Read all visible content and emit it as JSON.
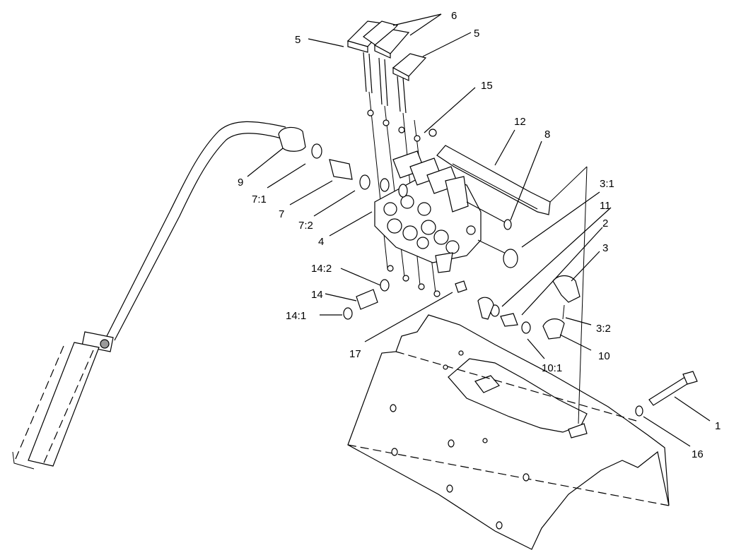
{
  "callouts": {
    "c5a": "5",
    "c6": "6",
    "c5b": "5",
    "c15": "15",
    "c12": "12",
    "c8": "8",
    "c9": "9",
    "c7_1": "7:1",
    "c7": "7",
    "c7_2": "7:2",
    "c4": "4",
    "c3_1": "3:1",
    "c11": "11",
    "c2": "2",
    "c3": "3",
    "c14_2": "14:2",
    "c14": "14",
    "c14_1": "14:1",
    "c17": "17",
    "c3_2": "3:2",
    "c10": "10",
    "c10_1": "10:1",
    "c1": "1",
    "c16": "16"
  }
}
